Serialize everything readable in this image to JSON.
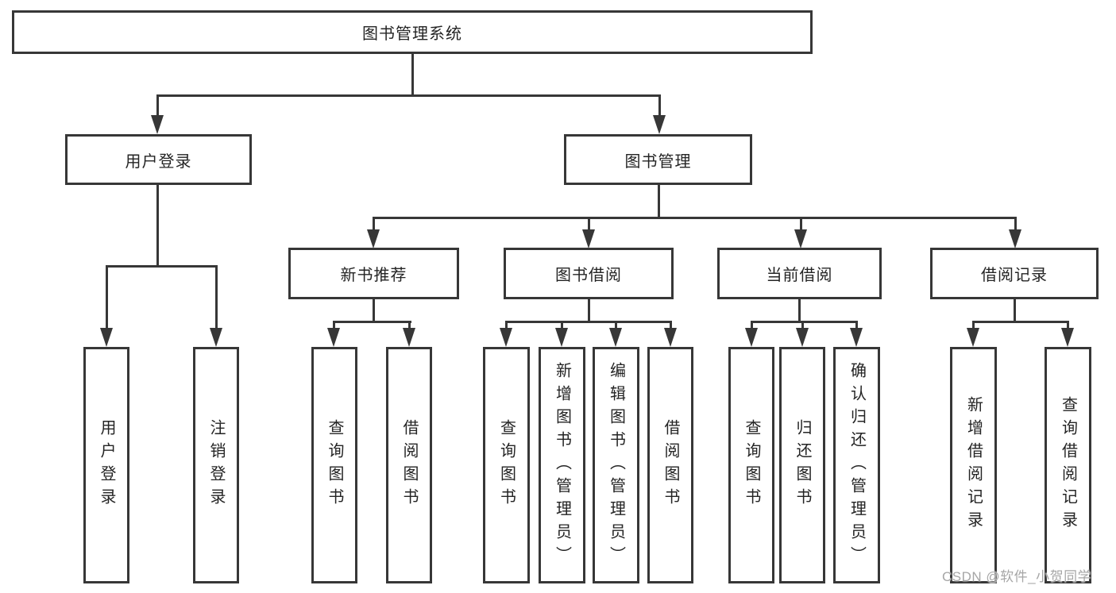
{
  "diagram_type": "functional-structure-tree",
  "colors": {
    "line": "#373737",
    "box_border": "#373737",
    "text": "#242424",
    "background": "#ffffff",
    "watermark": "#a6a6a6"
  },
  "watermark": {
    "label": "CSDN @软件_小贺同学"
  },
  "tree": {
    "root": {
      "label": "图书管理系统"
    },
    "branches": [
      {
        "label": "用户登录",
        "children": [
          {
            "label": "用户登录"
          },
          {
            "label": "注销登录"
          }
        ]
      },
      {
        "label": "图书管理",
        "children": [
          {
            "label": "新书推荐",
            "children": [
              {
                "label": "查询图书"
              },
              {
                "label": "借阅图书"
              }
            ]
          },
          {
            "label": "图书借阅",
            "children": [
              {
                "label": "查询图书"
              },
              {
                "label": "新增图书（管理员）"
              },
              {
                "label": "编辑图书（管理员）"
              },
              {
                "label": "借阅图书"
              }
            ]
          },
          {
            "label": "当前借阅",
            "children": [
              {
                "label": "查询图书"
              },
              {
                "label": "归还图书"
              },
              {
                "label": "确认归还（管理员）"
              }
            ]
          },
          {
            "label": "借阅记录",
            "children": [
              {
                "label": "新增借阅记录"
              },
              {
                "label": "查询借阅记录"
              }
            ]
          }
        ]
      }
    ]
  }
}
